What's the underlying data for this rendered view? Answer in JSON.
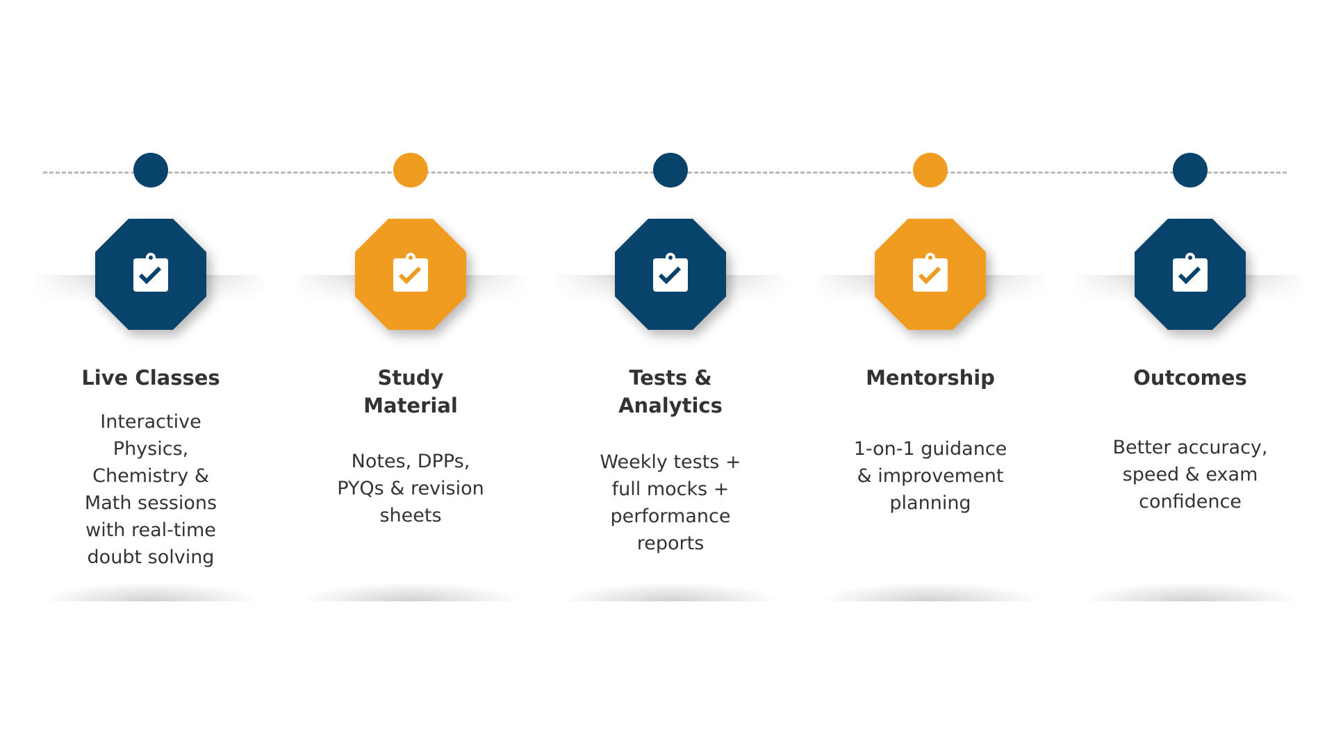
{
  "colors": {
    "navy": "#08436c",
    "orange": "#f09c20",
    "text": "#333333"
  },
  "steps": [
    {
      "title": "Live Classes",
      "description": "Interactive Physics, Chemistry & Math sessions with real-time doubt solving",
      "color": "navy",
      "icon": "clipboard-check-icon"
    },
    {
      "title": "Study Material",
      "description": "Notes, DPPs, PYQs & revision sheets",
      "color": "orange",
      "icon": "clipboard-check-icon"
    },
    {
      "title": "Tests & Analytics",
      "description": "Weekly tests + full mocks + performance reports",
      "color": "navy",
      "icon": "clipboard-check-icon"
    },
    {
      "title": "Mentorship",
      "description": "1-on-1 guidance & improvement planning",
      "color": "orange",
      "icon": "clipboard-check-icon"
    },
    {
      "title": "Outcomes",
      "description": "Better accuracy, speed & exam confidence",
      "color": "navy",
      "icon": "clipboard-check-icon"
    }
  ]
}
